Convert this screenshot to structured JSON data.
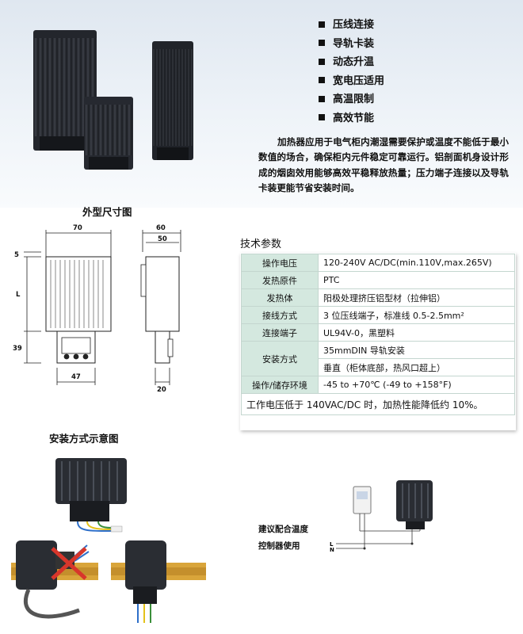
{
  "features": [
    "压线连接",
    "导轨卡装",
    "动态升温",
    "宽电压适用",
    "高温限制",
    "高效节能"
  ],
  "intro": "加热器应用于电气柜内潮湿需要保护或温度不能低于最小数值的场合，确保柜内元件稳定可靠运行。铝剖面机身设计形成的烟囱效用能够高效平稳释放热量；压力端子连接以及导轨卡装更能节省安装时间。",
  "dimension_section": {
    "title": "外型尺寸图",
    "labels": {
      "w70": "70",
      "w47": "47",
      "h5": "5",
      "hL": "L",
      "h39": "39",
      "d60": "60",
      "d50": "50",
      "d20": "20"
    }
  },
  "specs": {
    "title": "技术参数",
    "rows": [
      {
        "label": "操作电压",
        "value": "120-240V   AC/DC(min.110V,max.265V)"
      },
      {
        "label": "发热原件",
        "value": "PTC"
      },
      {
        "label": "发热体",
        "value": "阳极处理挤压铝型材（拉伸铝）"
      },
      {
        "label": "接线方式",
        "value": "3 位压线端子，标准线 0.5-2.5mm²"
      },
      {
        "label": "连接端子",
        "value": "UL94V-0，黑塑料"
      },
      {
        "label": "安装方式",
        "value": "35mmDIN  导轨安装"
      },
      {
        "label": "",
        "value": "垂直（柜体底部，热风口超上）"
      },
      {
        "label": "操作/储存环境",
        "value": "-45 to +70℃  (-49 to +158°F)"
      }
    ],
    "note": "工作电压低于 140VAC/DC 时，加热性能降低约 10%。"
  },
  "install_section": {
    "title": "安装方式示意图"
  },
  "wiring": {
    "recommend_line1": "建议配合温度",
    "recommend_line2": "控制器使用",
    "terminal_L": "L",
    "terminal_N": "N"
  }
}
